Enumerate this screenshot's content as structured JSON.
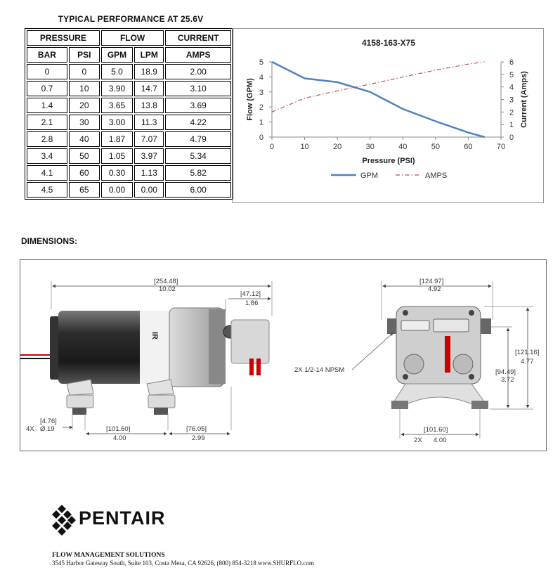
{
  "performance": {
    "title": "TYPICAL PERFORMANCE AT 25.6V",
    "group_headers": [
      "PRESSURE",
      "FLOW",
      "CURRENT"
    ],
    "sub_headers": [
      "BAR",
      "PSI",
      "GPM",
      "LPM",
      "AMPS"
    ],
    "rows": [
      [
        "0",
        "0",
        "5.0",
        "18.9",
        "2.00"
      ],
      [
        "0.7",
        "10",
        "3.90",
        "14.7",
        "3.10"
      ],
      [
        "1.4",
        "20",
        "3.65",
        "13.8",
        "3.69"
      ],
      [
        "2.1",
        "30",
        "3.00",
        "11.3",
        "4.22"
      ],
      [
        "2.8",
        "40",
        "1.87",
        "7.07",
        "4.79"
      ],
      [
        "3.4",
        "50",
        "1.05",
        "3.97",
        "5.34"
      ],
      [
        "4.1",
        "60",
        "0.30",
        "1.13",
        "5.82"
      ],
      [
        "4.5",
        "65",
        "0.00",
        "0.00",
        "6.00"
      ]
    ]
  },
  "chart_data": {
    "type": "line",
    "title": "4158-163-X75",
    "xlabel": "Pressure (PSI)",
    "ylabel": "Flow (GPM)",
    "y2label": "Current (Amps)",
    "xlim": [
      0,
      70
    ],
    "ylim": [
      0,
      5
    ],
    "y2lim": [
      0,
      6
    ],
    "x_ticks": [
      "0",
      "10",
      "20",
      "30",
      "40",
      "50",
      "60",
      "70"
    ],
    "y_ticks": [
      "0",
      "1",
      "2",
      "3",
      "4",
      "5"
    ],
    "y2_ticks": [
      "0",
      "1",
      "2",
      "3",
      "4",
      "5",
      "6"
    ],
    "grid": false,
    "legend_position": "bottom",
    "series": [
      {
        "name": "GPM",
        "axis": "left",
        "color": "#4f81bd",
        "style": "solid",
        "x": [
          0,
          10,
          20,
          30,
          40,
          50,
          60,
          65
        ],
        "values": [
          5.0,
          3.9,
          3.65,
          3.0,
          1.87,
          1.05,
          0.3,
          0.0
        ]
      },
      {
        "name": "AMPS",
        "axis": "right",
        "color": "#c0504d",
        "style": "dash-dot",
        "x": [
          0,
          10,
          20,
          30,
          40,
          50,
          60,
          65
        ],
        "values": [
          2.0,
          3.1,
          3.69,
          4.22,
          4.79,
          5.34,
          5.82,
          6.0
        ]
      }
    ]
  },
  "dimensions": {
    "title": "DIMENSIONS:",
    "side_view": {
      "overall_length": {
        "mm": "[254.48]",
        "in": "10.02"
      },
      "outlet_offset": {
        "mm": "[47.12]",
        "in": "1.86"
      },
      "mount_hole": {
        "mm": "[4.76]",
        "in": "Ø.19",
        "count": "4X"
      },
      "mount_spacing": {
        "mm": "[101.60]",
        "in": "4.00"
      },
      "head_offset": {
        "mm": "[76.05]",
        "in": "2.99"
      }
    },
    "front_view": {
      "width": {
        "mm": "[124.97]",
        "in": "4.92"
      },
      "port_note": "2X 1/2-14 NPSM",
      "height_total": {
        "mm": "[121.16]",
        "in": "4.77"
      },
      "height_port": {
        "mm": "[94.49]",
        "in": "3.72"
      },
      "mount_spacing": {
        "mm": "[101.60]",
        "in": "4.00",
        "count": "2X"
      }
    }
  },
  "brand": {
    "name": "PENTAIR",
    "company": "FLOW MANAGEMENT SOLUTIONS",
    "address": "3545 Harbor Gateway South, Suite 103, Costa Mesa, CA 92626, (800) 854-3218 www.SHURFLO.com"
  }
}
